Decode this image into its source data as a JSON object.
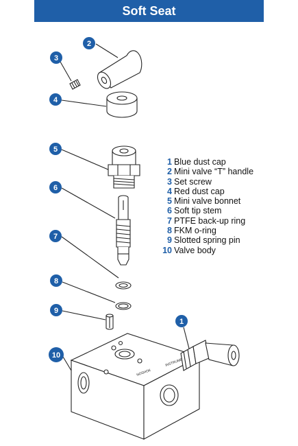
{
  "title": "Soft Seat",
  "colors": {
    "header": "#1f5fa8",
    "callout": "#1f5fa8",
    "line": "#222222"
  },
  "callouts": [
    "1",
    "2",
    "3",
    "4",
    "5",
    "6",
    "7",
    "8",
    "9",
    "10"
  ],
  "legend": [
    {
      "num": "1",
      "label": "Blue dust cap"
    },
    {
      "num": "2",
      "label": "Mini valve “T” handle"
    },
    {
      "num": "3",
      "label": "Set screw"
    },
    {
      "num": "4",
      "label": "Red dust cap"
    },
    {
      "num": "5",
      "label": "Mini valve bonnet"
    },
    {
      "num": "6",
      "label": "Soft tip stem"
    },
    {
      "num": "7",
      "label": "PTFE back-up ring"
    },
    {
      "num": "8",
      "label": "FKM o-ring"
    },
    {
      "num": "9",
      "label": "Slotted spring pin"
    },
    {
      "num": "10",
      "label": "Valve body"
    }
  ],
  "body_markings": {
    "brand": "NOSHOK",
    "instrument": "INSTRUMENT"
  }
}
